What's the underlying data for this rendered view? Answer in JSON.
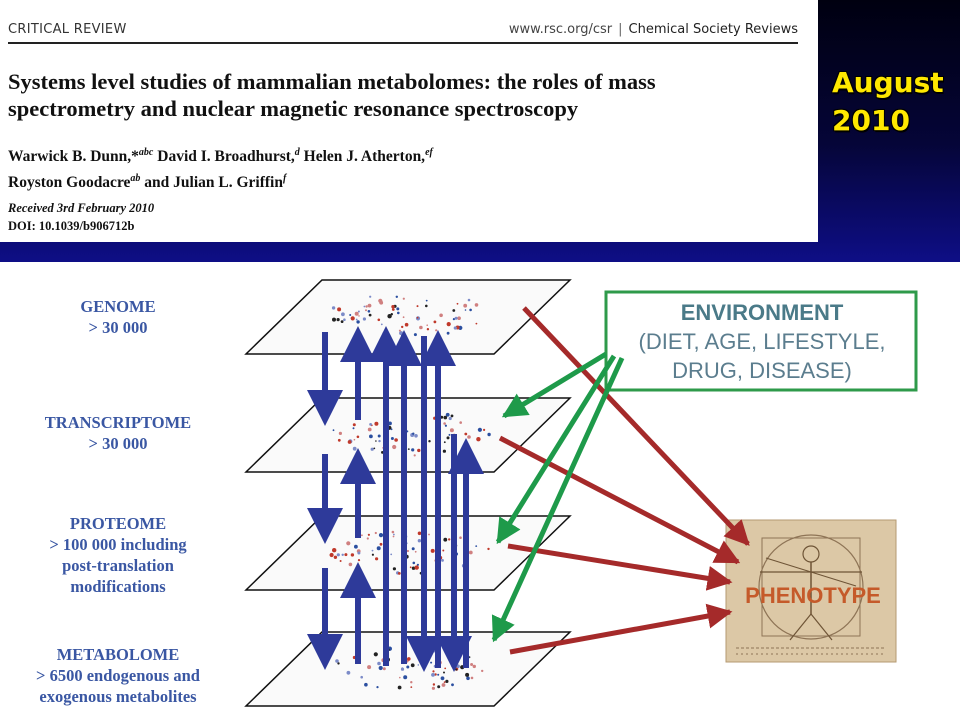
{
  "paper": {
    "section_label": "CRITICAL REVIEW",
    "url": "www.rsc.org/csr",
    "separator": "|",
    "journal": "Chemical Society Reviews",
    "title_line1": "Systems level studies of mammalian metabolomes: the roles of mass",
    "title_line2": "spectrometry and nuclear magnetic resonance spectroscopy",
    "authors_line1": {
      "a1": "Warwick B. Dunn,*",
      "s1": "abc",
      "a2": " David I. Broadhurst,",
      "s2": "d",
      "a3": " Helen J. Atherton,",
      "s3": "ef"
    },
    "authors_line2": {
      "a1": "Royston Goodacre",
      "s1": "ab",
      "a2": " and Julian L. Griffin",
      "s2": "f"
    },
    "received": "Received 3rd February 2010",
    "doi": "DOI: 10.1039/b906712b"
  },
  "slide": {
    "date_line1": "August",
    "date_line2": "2010"
  },
  "figure": {
    "layers": [
      {
        "name": "GENOME",
        "lines": [
          "> 30 000"
        ]
      },
      {
        "name": "TRANSCRIPTOME",
        "lines": [
          "> 30 000"
        ]
      },
      {
        "name": "PROTEOME",
        "lines": [
          "> 100 000 including",
          "post-translation",
          "modifications"
        ]
      },
      {
        "name": "METABOLOME",
        "lines": [
          "> 6500 endogenous and",
          "exogenous metabolites"
        ]
      }
    ],
    "environment": {
      "title": "ENVIRONMENT",
      "line1": "(DIET, AGE, LIFESTYLE,",
      "line2": "DRUG, DISEASE)"
    },
    "phenotype": "PHENOTYPE",
    "colors": {
      "layer_label": "#3a57a3",
      "blue_arrow": "#2e3a9a",
      "red_arrow": "#a52a2a",
      "green_arrow": "#1e9a4a",
      "env_border": "#2e9a4a"
    }
  }
}
